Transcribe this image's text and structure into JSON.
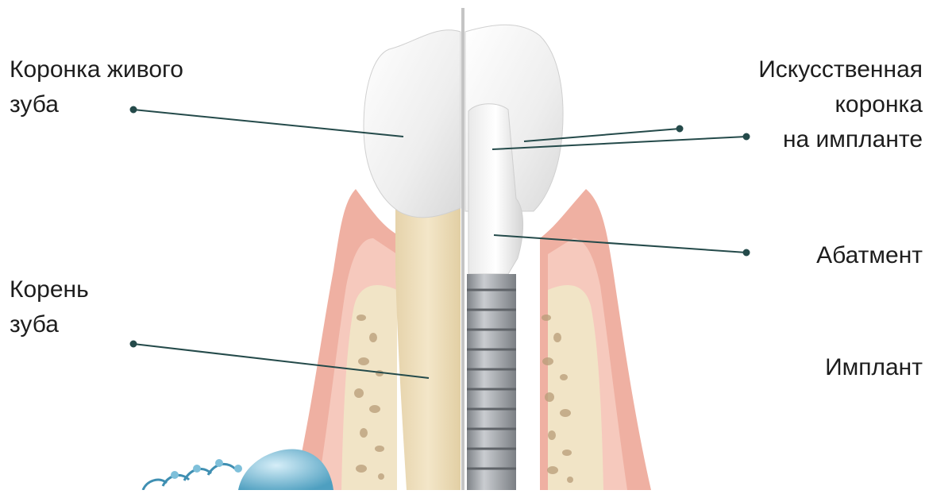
{
  "labels": {
    "crown_natural": "Коронка живого\nзуба",
    "root": "Корень\nзуба",
    "crown_artificial": "Искусственная\nкоронка\nна импланте",
    "abutment": "Абатмент",
    "implant": "Имплант"
  },
  "colors": {
    "leader_line": "#244a4a",
    "gum": "#efb0a2",
    "gum_inner": "#f6c9bd",
    "bone": "#f1e4c6",
    "bone_pores": "#b89c78",
    "root": "#ecdcb8",
    "crown": "#f1f1f1",
    "implant": "#9a9ea3",
    "divider": "#c4c4c4",
    "background": "#ffffff"
  }
}
